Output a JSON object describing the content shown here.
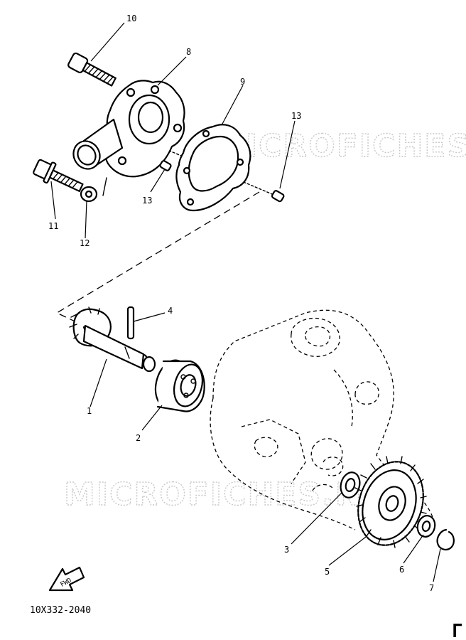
{
  "watermark": "MICROFICHES.NET",
  "diagram_code": "10X332-2040",
  "corner_mark": "Г",
  "fwd_label": "FWD",
  "callouts": {
    "c1": "1",
    "c2": "2",
    "c3": "3",
    "c4": "4",
    "c5": "5",
    "c6": "6",
    "c7": "7",
    "c8": "8",
    "c9": "9",
    "c10": "10",
    "c11": "11",
    "c12": "12",
    "c13a": "13",
    "c13b": "13"
  }
}
